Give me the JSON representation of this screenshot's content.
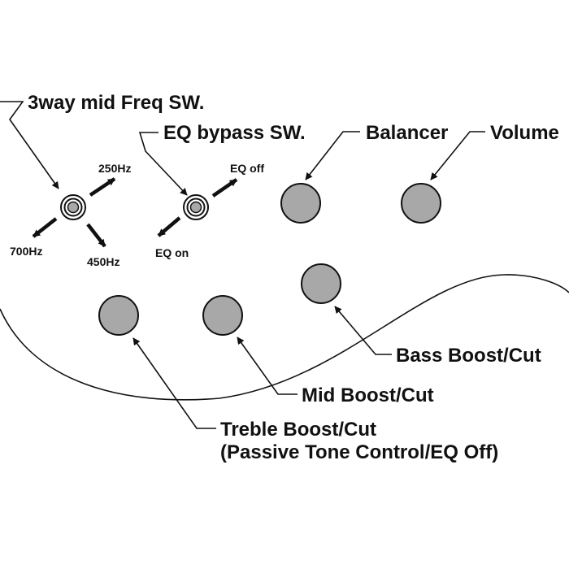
{
  "labels": {
    "mid_freq_switch": "3way mid Freq SW.",
    "eq_bypass_switch": "EQ bypass SW.",
    "balancer": "Balancer",
    "volume": "Volume",
    "bass": "Bass Boost/Cut",
    "mid": "Mid Boost/Cut",
    "treble_line1": "Treble Boost/Cut",
    "treble_line2": "(Passive Tone Control/EQ Off)"
  },
  "switch_positions": {
    "mid_freq": [
      "250Hz",
      "700Hz",
      "450Hz"
    ],
    "eq_bypass": [
      "EQ off",
      "EQ on"
    ]
  },
  "colors": {
    "ink": "#111111",
    "knob_fill": "#a8a8a8",
    "background": "#ffffff"
  }
}
